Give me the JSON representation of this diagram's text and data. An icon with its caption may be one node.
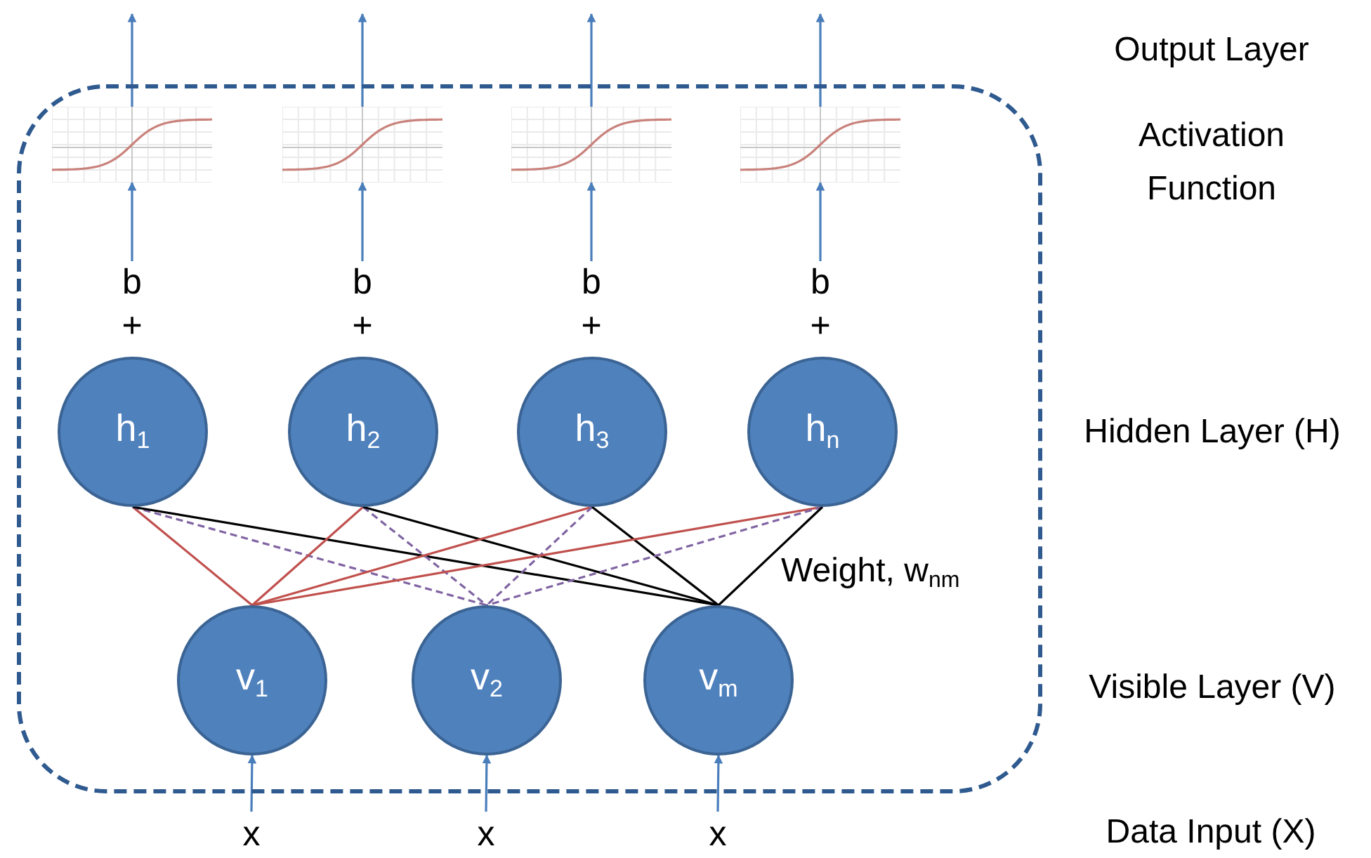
{
  "diagram": {
    "nodes": [
      {
        "text": [],
        "shape": "box"
      },
      {
        "text": [],
        "shape": "picture",
        "in": 0
      },
      {
        "text": [],
        "shape": "picture",
        "in": 0
      },
      {
        "text": [],
        "shape": "picture",
        "in": 0
      },
      {
        "text": [],
        "shape": "picture",
        "in": 0
      },
      {
        "text": [
          "b",
          "+"
        ],
        "in": 0
      },
      {
        "text": [
          "b",
          "+"
        ],
        "in": 0
      },
      {
        "text": [
          "b",
          "+"
        ],
        "in": 0
      },
      {
        "text": [
          "b",
          "+"
        ],
        "in": 0
      },
      {
        "text": [
          "h$_{1}$"
        ],
        "in": 0
      },
      {
        "text": [
          "h$_{2}$"
        ],
        "in": 0
      },
      {
        "text": [
          "h$_{3}$"
        ],
        "in": 0
      },
      {
        "text": [
          "h$_{n}$"
        ],
        "in": 0
      },
      {
        "text": [
          "v$_{1}$"
        ],
        "in": 0
      },
      {
        "text": [
          "v$_{2}$"
        ],
        "in": 0
      },
      {
        "text": [
          "v$_{m}$"
        ],
        "in": 0
      },
      {
        "text": [
          "x"
        ]
      },
      {
        "text": [
          "x"
        ]
      },
      {
        "text": [
          "x"
        ]
      }
    ],
    "edges": [
      {
        "from": 1,
        "to": null,
        "arrow": "to"
      },
      {
        "from": 2,
        "to": null,
        "arrow": "to"
      },
      {
        "from": 3,
        "to": null,
        "arrow": "to"
      },
      {
        "from": 4,
        "to": null,
        "arrow": "to"
      },
      {
        "from": 5,
        "to": 1,
        "arrow": "to"
      },
      {
        "from": 6,
        "to": 2,
        "arrow": "to"
      },
      {
        "from": 7,
        "to": 3,
        "arrow": "to"
      },
      {
        "from": 8,
        "to": 4,
        "arrow": "to"
      },
      {
        "from": 9,
        "to": 13,
        "arrow": "none",
        "color": "#c0504d"
      },
      {
        "from": 9,
        "to": 14,
        "arrow": "none",
        "style": "dashed",
        "color": "#8064a2"
      },
      {
        "from": 9,
        "to": 15,
        "arrow": "none",
        "color": "#000000"
      },
      {
        "from": 10,
        "to": 13,
        "arrow": "none",
        "color": "#c0504d"
      },
      {
        "from": 10,
        "to": 14,
        "arrow": "none",
        "style": "dashed",
        "color": "#8064a2"
      },
      {
        "from": 10,
        "to": 15,
        "arrow": "none",
        "color": "#000000"
      },
      {
        "from": 11,
        "to": 13,
        "arrow": "none",
        "color": "#c0504d"
      },
      {
        "from": 11,
        "to": 14,
        "arrow": "none",
        "style": "dashed",
        "color": "#8064a2"
      },
      {
        "from": 11,
        "to": 15,
        "arrow": "none",
        "color": "#000000"
      },
      {
        "from": 12,
        "to": 13,
        "arrow": "none",
        "color": "#c0504d"
      },
      {
        "from": 12,
        "to": 14,
        "arrow": "none",
        "style": "dashed",
        "color": "#8064a2"
      },
      {
        "from": 12,
        "to": 15,
        "arrow": "none",
        "color": "#000000"
      },
      {
        "from": 16,
        "to": 13,
        "arrow": "to"
      },
      {
        "from": 17,
        "to": 14,
        "arrow": "to"
      },
      {
        "from": 18,
        "to": 15,
        "arrow": "to"
      }
    ],
    "labels": [
      "Output Layer",
      "Activation Function",
      "Hidden Layer (H)",
      "Weight, w$_{nm}$",
      "Visible Layer (V)",
      "Data Input (X)"
    ]
  }
}
